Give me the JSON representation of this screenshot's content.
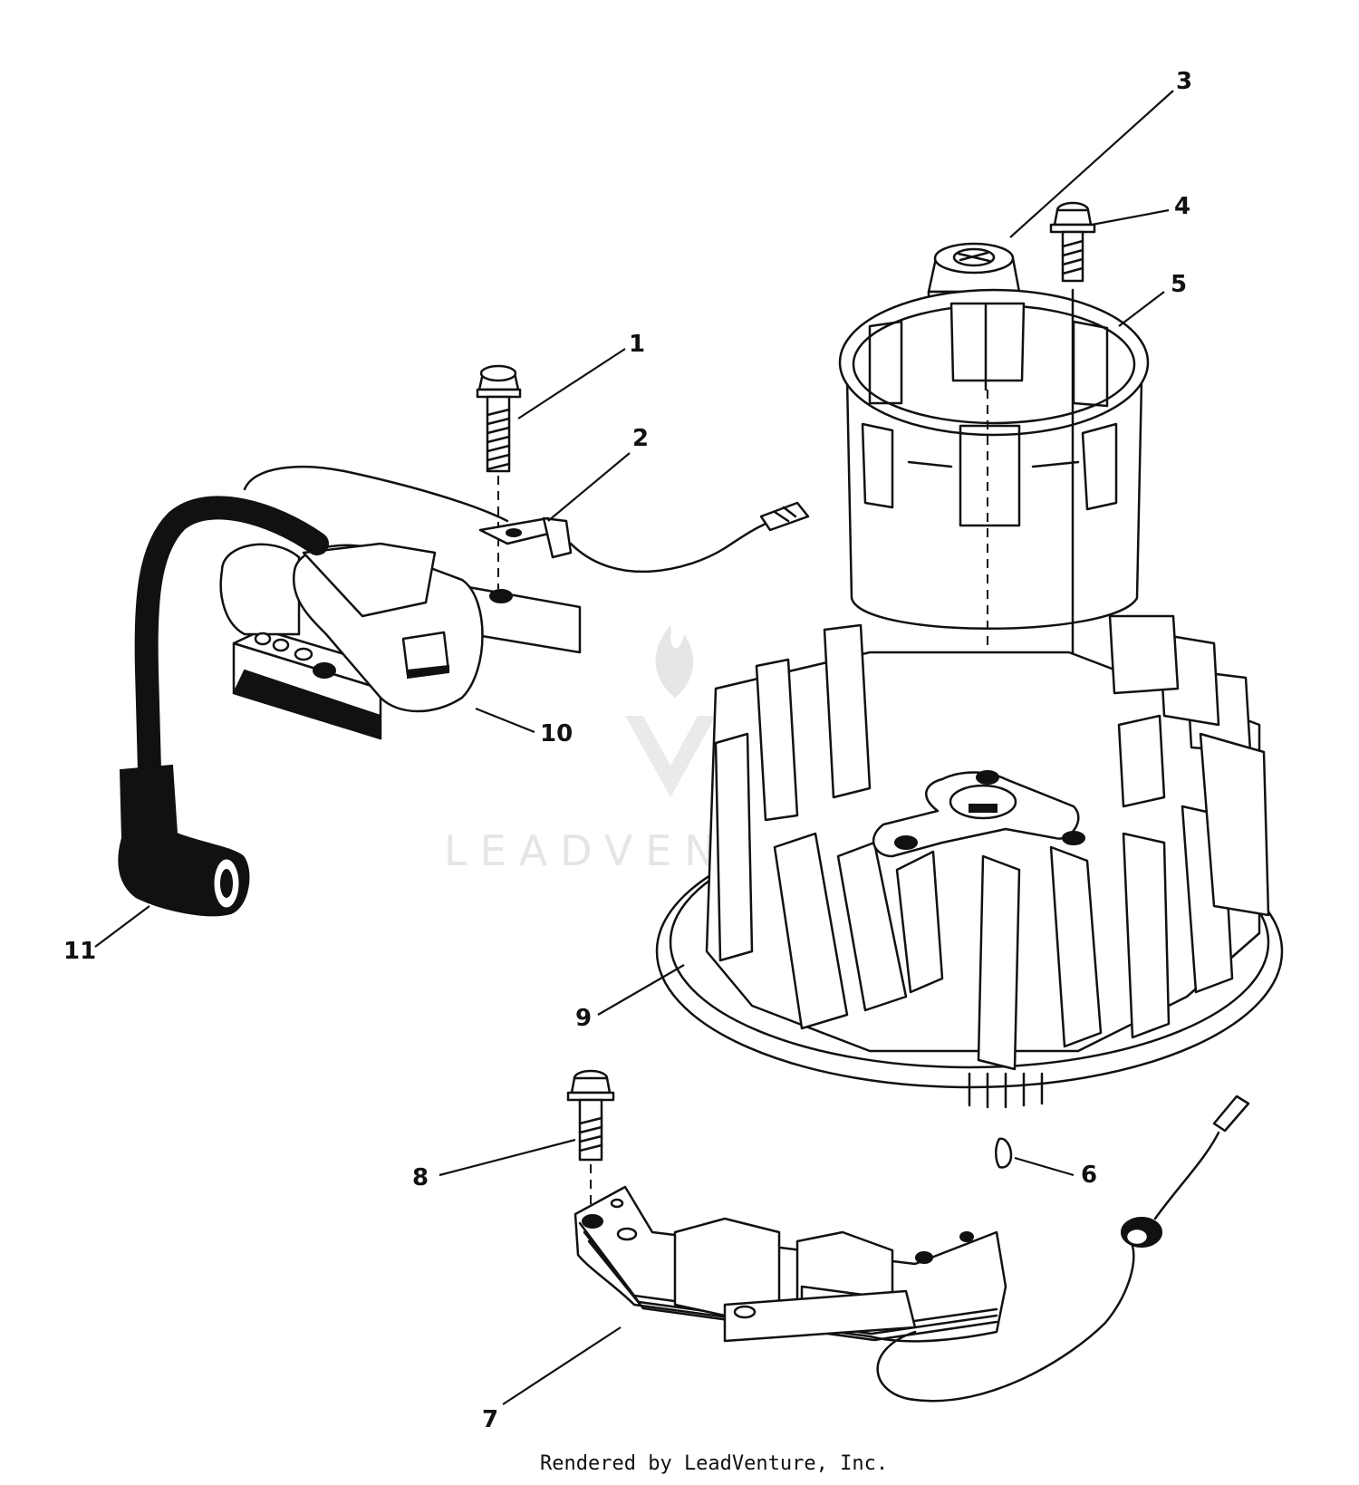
{
  "callouts": [
    {
      "id": "1",
      "label": "1"
    },
    {
      "id": "2",
      "label": "2"
    },
    {
      "id": "3",
      "label": "3"
    },
    {
      "id": "4",
      "label": "4"
    },
    {
      "id": "5",
      "label": "5"
    },
    {
      "id": "6",
      "label": "6"
    },
    {
      "id": "7",
      "label": "7"
    },
    {
      "id": "8",
      "label": "8"
    },
    {
      "id": "9",
      "label": "9"
    },
    {
      "id": "10",
      "label": "10"
    },
    {
      "id": "11",
      "label": "11"
    }
  ],
  "watermark": {
    "text": "LEADVENTURE"
  },
  "credit": {
    "text": "Rendered by LeadVenture, Inc."
  },
  "colors": {
    "ink": "#111111",
    "paper": "#ffffff",
    "watermark": "#e3e3e3"
  }
}
